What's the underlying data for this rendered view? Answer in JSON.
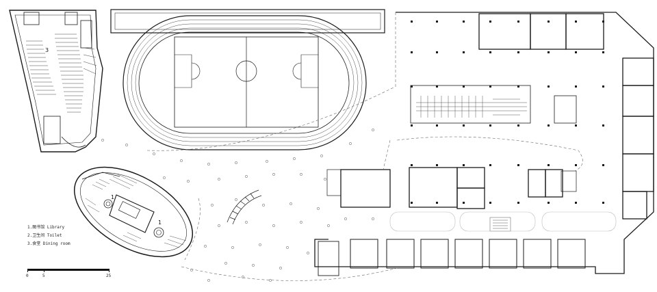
{
  "legend": {
    "items": [
      "1.图书馆 Library",
      "2.卫生间 Toilet",
      "3.食堂 Dining room"
    ]
  },
  "scale": {
    "labels": [
      "0",
      "5",
      "25"
    ]
  },
  "room_tags": {
    "library_tag": "3",
    "ellipse_tag_a": "1",
    "ellipse_tag_b": "1"
  },
  "colors": {
    "line": "#1a1a1a",
    "thin": "#555555",
    "dot": "#777777",
    "fill": "#f4f4f4"
  }
}
